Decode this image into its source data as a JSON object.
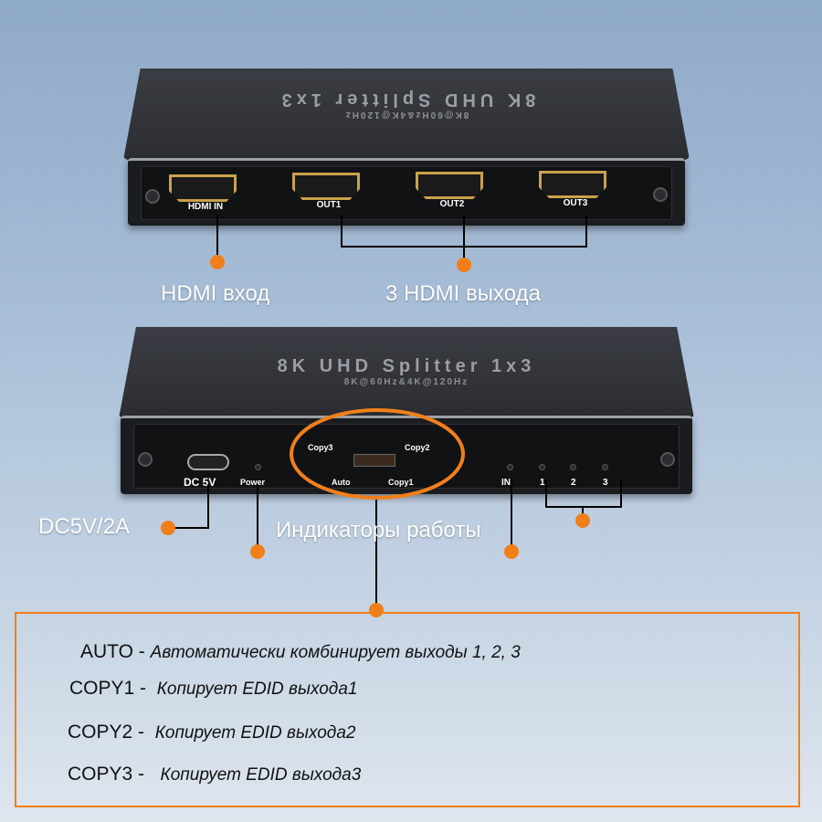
{
  "device_top": {
    "brand": "8K UHD Splitter 1x3",
    "spec": "8K@60Hz&4K@120Hz",
    "ports": [
      "HDMI IN",
      "OUT1",
      "OUT2",
      "OUT3"
    ]
  },
  "device_bottom": {
    "brand": "8K UHD Splitter 1x3",
    "spec": "8K@60Hz&4K@120Hz",
    "dc_label": "DC 5V",
    "power_label": "Power",
    "switch": {
      "copy3": "Copy3",
      "copy2": "Copy2",
      "auto": "Auto",
      "copy1": "Copy1"
    },
    "leds": [
      "IN",
      "1",
      "2",
      "3"
    ]
  },
  "callouts": {
    "hdmi_in": "HDMI вход",
    "hdmi_out": "3 HDMI выхода",
    "dc": "DC5V/2A",
    "indicators": "Индикаторы работы"
  },
  "legend": [
    {
      "mode": "AUTO -",
      "desc": "Автоматически комбинирует выходы 1, 2, 3"
    },
    {
      "mode": "COPY1 -",
      "desc": "Копирует EDID выхода1"
    },
    {
      "mode": "COPY2 -",
      "desc": "Копирует EDID выхода2"
    },
    {
      "mode": "COPY3 -",
      "desc": "Копирует EDID выхода3"
    }
  ],
  "colors": {
    "accent": "#f07f1a"
  }
}
